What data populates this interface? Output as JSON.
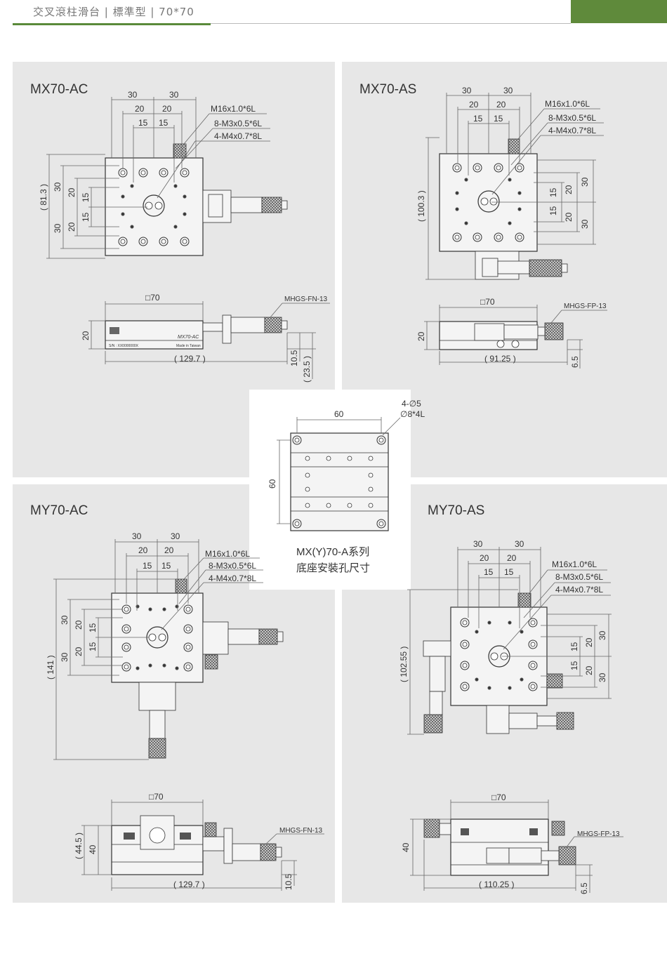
{
  "header": {
    "title": "交叉滾柱滑台 | 標準型 | 70*70"
  },
  "mx70ac": {
    "model": "MX70-AC",
    "dim_30a": "30",
    "dim_30b": "30",
    "dim_20a": "20",
    "dim_20b": "20",
    "dim_15a": "15",
    "dim_15b": "15",
    "thread": "M16x1.0*6L",
    "screw_a": "8-M3x0.5*6L",
    "screw_b": "4-M4x0.7*8L",
    "left_813": "( 81.3 )",
    "left_30a": "30",
    "left_20a": "20",
    "left_15a": "15",
    "left_15b": "15",
    "left_20b": "20",
    "left_30b": "30",
    "square": "□70",
    "micrometer": "MHGS-FN-13",
    "height": "20",
    "length": "( 129.7 )",
    "h105": "10.5",
    "h235": "( 23.5 )",
    "plate_model": "MX70-AC",
    "plate_sn": "S/N : XX0000000X",
    "plate_origin": "Made in Taiwan"
  },
  "mx70as": {
    "model": "MX70-AS",
    "dim_30a": "30",
    "dim_30b": "30",
    "dim_20a": "20",
    "dim_20b": "20",
    "dim_15a": "15",
    "dim_15b": "15",
    "thread": "M16x1.0*6L",
    "screw_a": "8-M3x0.5*6L",
    "screw_b": "4-M4x0.7*8L",
    "left_1003": "( 100.3 )",
    "right_20a": "20",
    "right_30a": "30",
    "right_15a": "15",
    "right_15b": "15",
    "right_20b": "20",
    "right_30b": "30",
    "square": "□70",
    "micrometer": "MHGS-FP-13",
    "height": "20",
    "length": "( 91.25 )",
    "h65": "6.5"
  },
  "base": {
    "dim_60w": "60",
    "dim_60h": "60",
    "holes": "4-∅5",
    "counterbore": "∅8*4L",
    "caption_1": "MX(Y)70-A系列",
    "caption_2": "底座安裝孔尺寸"
  },
  "my70ac": {
    "model": "MY70-AC",
    "dim_30a": "30",
    "dim_30b": "30",
    "dim_20a": "20",
    "dim_20b": "20",
    "dim_15a": "15",
    "dim_15b": "15",
    "thread": "M16x1.0*6L",
    "screw_a": "8-M3x0.5*6L",
    "screw_b": "4-M4x0.7*8L",
    "left_141": "( 141 )",
    "left_30a": "30",
    "left_20a": "20",
    "left_15a": "15",
    "left_15b": "15",
    "left_20b": "20",
    "left_30b": "30",
    "square": "□70",
    "micrometer": "MHGS-FN-13",
    "height": "40",
    "height2": "( 44.5 )",
    "length": "( 129.7 )",
    "h105": "10.5"
  },
  "my70as": {
    "model": "MY70-AS",
    "dim_30a": "30",
    "dim_30b": "30",
    "dim_20a": "20",
    "dim_20b": "20",
    "dim_15a": "15",
    "dim_15b": "15",
    "thread": "M16x1.0*6L",
    "screw_a": "8-M3x0.5*6L",
    "screw_b": "4-M4x0.7*8L",
    "left_10255": "( 102.55 )",
    "right_20a": "20",
    "right_30a": "30",
    "right_15a": "15",
    "right_15b": "15",
    "right_20b": "20",
    "right_30b": "30",
    "square": "□70",
    "micrometer": "MHGS-FP-13",
    "height": "40",
    "length": "( 110.25 )",
    "h65": "6.5"
  },
  "colors": {
    "panel": "#e7e7e7",
    "accent": "#5f8a3b",
    "line": "#555555",
    "part": "#f4f4f4"
  }
}
